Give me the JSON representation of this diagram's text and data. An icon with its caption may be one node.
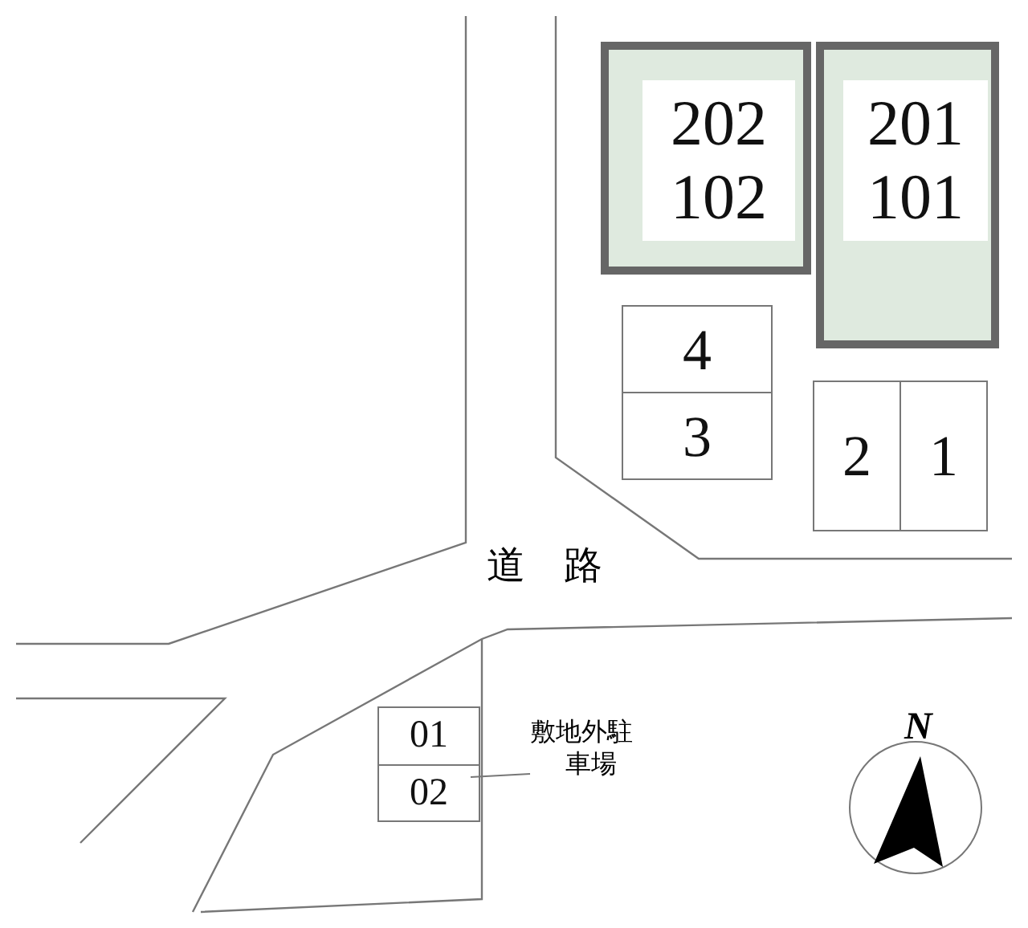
{
  "diagram": {
    "nodes": [
      {
        "text": [
          "202",
          "102"
        ]
      },
      {
        "text": [
          "201",
          "101"
        ]
      },
      {
        "text": [
          "4"
        ]
      },
      {
        "text": [
          "3"
        ]
      },
      {
        "text": [
          "2"
        ]
      },
      {
        "text": [
          "1"
        ]
      },
      {
        "text": [
          "01"
        ]
      },
      {
        "text": [
          "02"
        ]
      },
      {
        "text": [
          "敷地外駐車場"
        ]
      }
    ],
    "edges": [
      {
        "from": 8,
        "to": 7,
        "arrow": "none"
      }
    ],
    "labels": [
      "道 路",
      "N"
    ]
  }
}
